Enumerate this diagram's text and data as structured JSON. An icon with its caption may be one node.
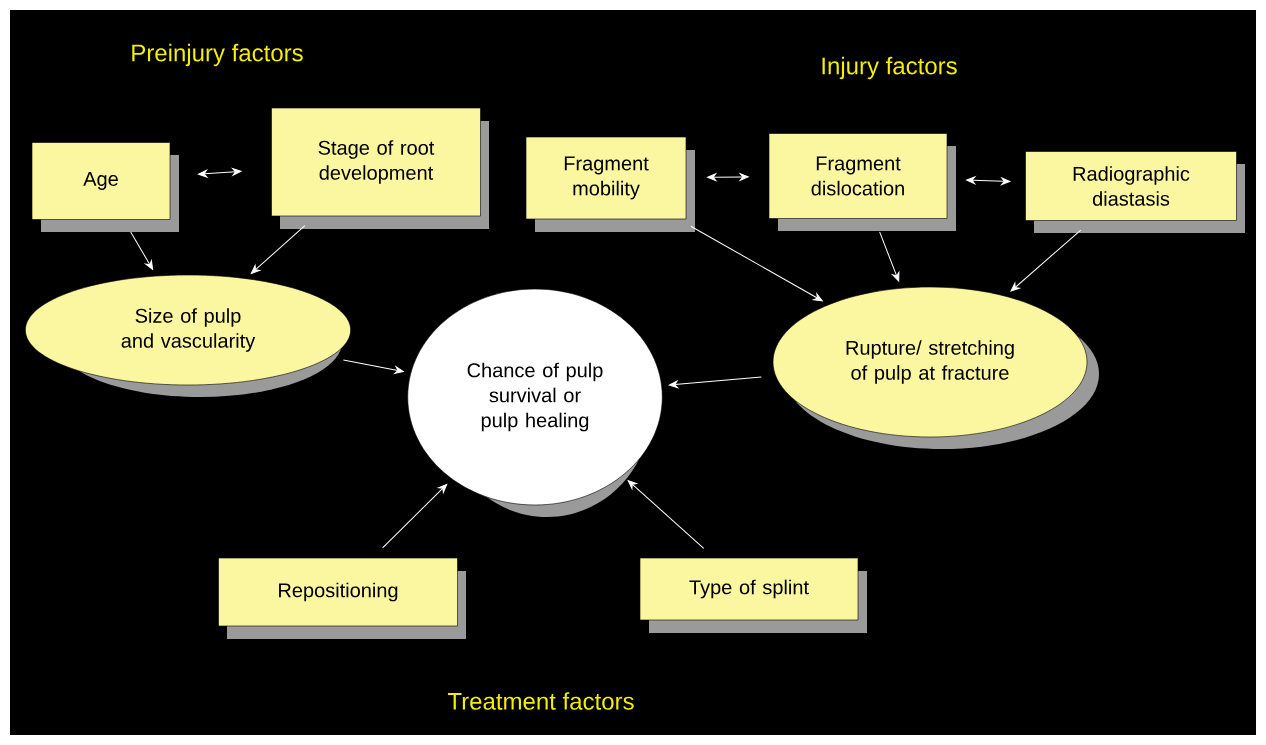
{
  "diagram": {
    "nodes": [
      {
        "text": [
          "Age"
        ]
      },
      {
        "text": [
          "Stage of root development"
        ]
      },
      {
        "text": [
          "Fragment mobility"
        ]
      },
      {
        "text": [
          "Fragment dislocation"
        ]
      },
      {
        "text": [
          "Radiographic diastasis"
        ]
      },
      {
        "text": [
          "Size of pulp and vascularity"
        ]
      },
      {
        "text": [
          "Chance of pulp survival or pulp healing"
        ]
      },
      {
        "text": [
          "Rupture/ stretching of pulp at fracture"
        ]
      },
      {
        "text": [
          "Repositioning"
        ]
      },
      {
        "text": [
          "Type of splint"
        ]
      }
    ],
    "edges": [
      {
        "from": 0,
        "to": 1,
        "arrow": "both"
      },
      {
        "from": 2,
        "to": 3,
        "arrow": "both"
      },
      {
        "from": 3,
        "to": 4,
        "arrow": "both"
      },
      {
        "from": 0,
        "to": 5,
        "arrow": "to"
      },
      {
        "from": 1,
        "to": 5,
        "arrow": "to"
      },
      {
        "from": 2,
        "to": 7,
        "arrow": "to"
      },
      {
        "from": 3,
        "to": 7,
        "arrow": "to"
      },
      {
        "from": 4,
        "to": 7,
        "arrow": "to"
      },
      {
        "from": 5,
        "to": 6,
        "arrow": "to"
      },
      {
        "from": 7,
        "to": 6,
        "arrow": "to"
      },
      {
        "from": 8,
        "to": 6,
        "arrow": "to"
      },
      {
        "from": 9,
        "to": 6,
        "arrow": "to"
      }
    ],
    "labels": [
      "Preinjury factors",
      "Injury factors",
      "Treatment factors"
    ]
  }
}
